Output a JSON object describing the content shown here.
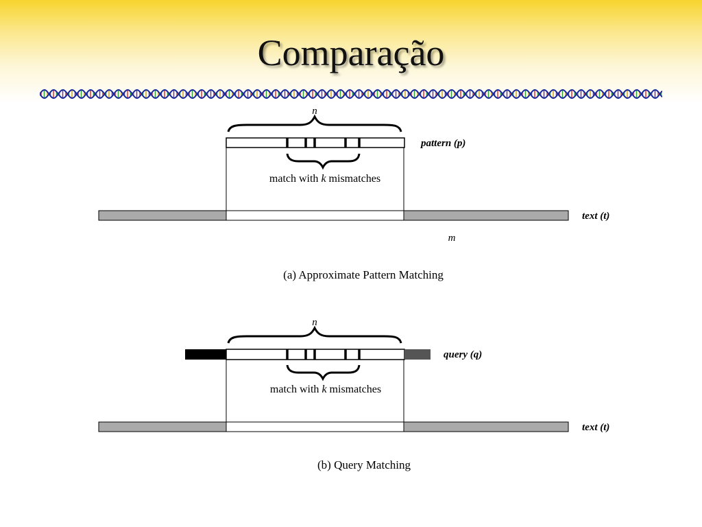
{
  "slide": {
    "title": "Comparação"
  },
  "colors": {
    "banner_top": "#f7d42e",
    "text_bar_gray": "#aaaaaa",
    "query_left_black": "#000000",
    "query_right_gray": "#555555",
    "dna_blue": "#1a2a9a",
    "dna_rungs": [
      "#e03030",
      "#30a030",
      "#d0a020",
      "#7030b0"
    ]
  },
  "diagram_a": {
    "n_label": "n",
    "pattern_label": "pattern (p)",
    "match_label_prefix": "match with ",
    "match_label_k": "k",
    "match_label_suffix": " mismatches",
    "text_label": "text (t)",
    "m_label": "m",
    "caption": "(a) Approximate Pattern Matching"
  },
  "diagram_b": {
    "n_label": "n",
    "query_label": "query (q)",
    "match_label_prefix": "match with ",
    "match_label_k": "k",
    "match_label_suffix": " mismatches",
    "text_label": "text (t)",
    "caption": "(b) Query Matching"
  }
}
